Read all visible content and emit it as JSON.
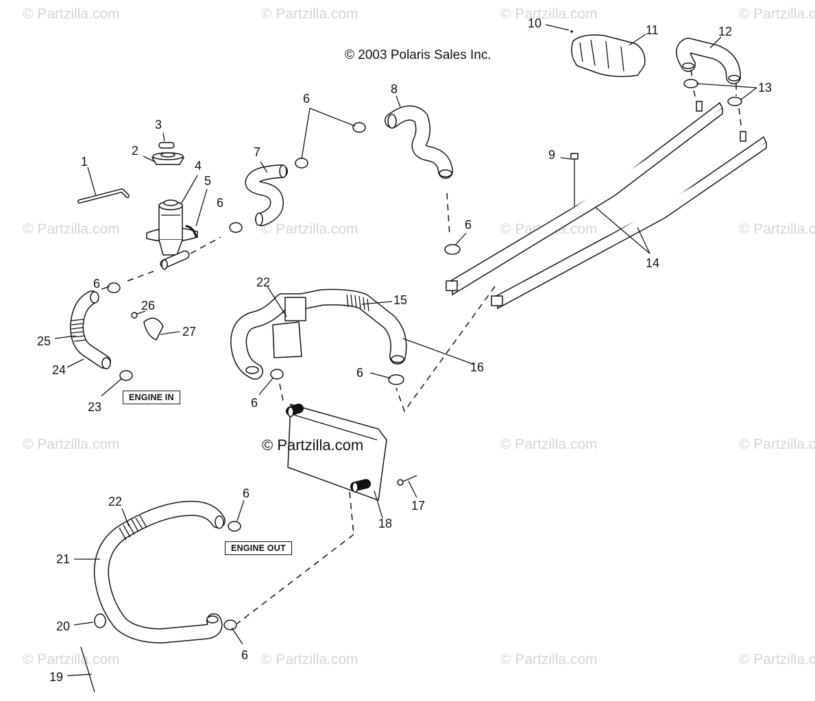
{
  "copyright": "© 2003 Polaris Sales Inc.",
  "watermark": "© Partzilla.com",
  "watermark_center": "© Partzilla.com",
  "tags": {
    "engine_in": "ENGINE IN",
    "engine_out": "ENGINE OUT"
  },
  "callouts": {
    "c1": "1",
    "c2": "2",
    "c3": "3",
    "c4": "4",
    "c5": "5",
    "c6a": "6",
    "c6b": "6",
    "c6c": "6",
    "c6d": "6",
    "c6e": "6",
    "c6f": "6",
    "c6g": "6",
    "c6h": "6",
    "c7": "7",
    "c8": "8",
    "c9": "9",
    "c10": "10",
    "c11": "11",
    "c12": "12",
    "c13": "13",
    "c14": "14",
    "c15": "15",
    "c16": "16",
    "c17": "17",
    "c18": "18",
    "c19": "19",
    "c20": "20",
    "c21": "21",
    "c22a": "22",
    "c22b": "22",
    "c23": "23",
    "c24": "24",
    "c25": "25",
    "c26": "26",
    "c27": "27"
  }
}
